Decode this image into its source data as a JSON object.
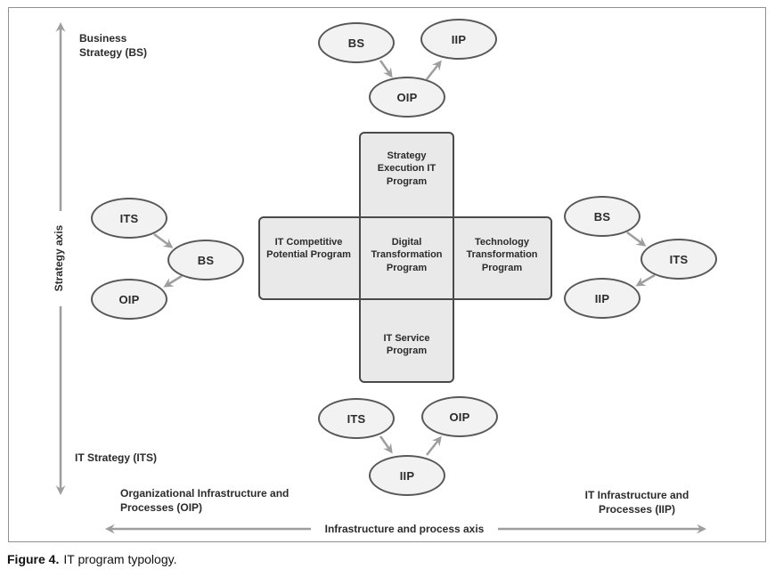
{
  "colors": {
    "node_fill": "#f2f2f2",
    "node_stroke": "#58585a",
    "box_fill": "#e9e9e9",
    "box_stroke": "#4a4a4a",
    "arrow": "#9c9ea0",
    "frame_border": "#8f9092",
    "text": "#2b2b2b"
  },
  "axes": {
    "vertical_label": "Strategy axis",
    "horizontal_label": "Infrastructure and process axis"
  },
  "quadrant_labels": {
    "top_left": "Business Strategy (BS)",
    "bottom_left": "IT Strategy (ITS)",
    "bottom_oip": "Organizational Infrastructure and Processes (OIP)",
    "bottom_iip": "IT Infrastructure and Processes (IIP)"
  },
  "programs": {
    "top": "Strategy Execution IT Program",
    "left": "IT Competitive Potential Program",
    "center": "Digital Transformation Program",
    "right": "Technology Transformation Program",
    "bottom": "IT Service Program"
  },
  "clusters": {
    "top": {
      "flow": "BS → OIP → IIP",
      "nodes": [
        "BS",
        "IIP",
        "OIP"
      ]
    },
    "left": {
      "flow": "ITS → BS → OIP",
      "nodes": [
        "ITS",
        "BS",
        "OIP"
      ]
    },
    "right": {
      "flow": "BS → ITS → IIP",
      "nodes": [
        "BS",
        "ITS",
        "IIP"
      ]
    },
    "bottom": {
      "flow": "ITS → IIP → OIP",
      "nodes": [
        "ITS",
        "OIP",
        "IIP"
      ]
    }
  },
  "caption": {
    "label": "Figure 4.",
    "text": "IT program typology."
  }
}
